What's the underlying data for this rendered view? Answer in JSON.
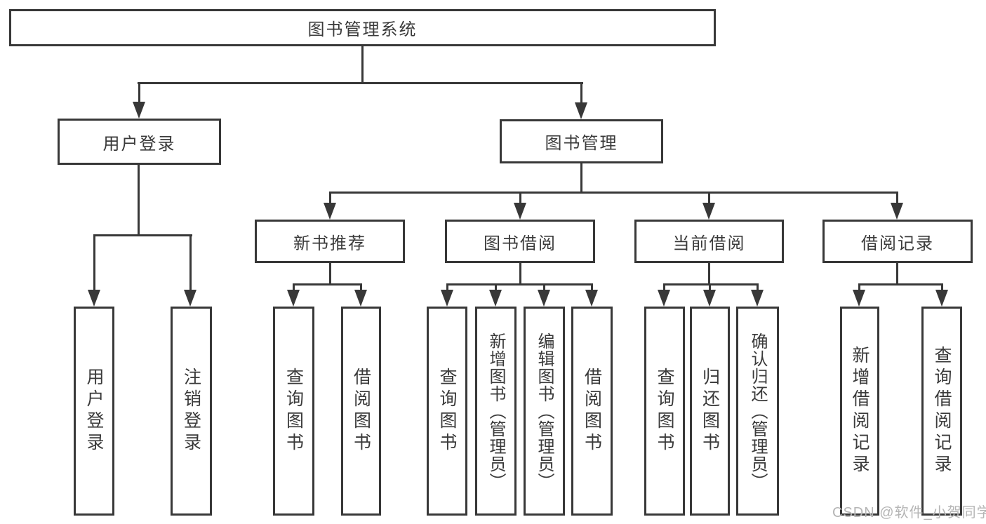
{
  "colors": {
    "line": "#383838",
    "text": "#3a3a3a",
    "box_bg": "#ffffff",
    "watermark": "#b5b5b5"
  },
  "tree": {
    "root": "图书管理系统",
    "children": [
      {
        "label": "用户登录",
        "children": [
          "用户登录",
          "注销登录"
        ]
      },
      {
        "label": "图书管理",
        "children": [
          {
            "label": "新书推荐",
            "children": [
              "查询图书",
              "借阅图书"
            ]
          },
          {
            "label": "图书借阅",
            "children": [
              "查询图书",
              "新增图书（管理员）",
              "编辑图书（管理员）",
              "借阅图书"
            ]
          },
          {
            "label": "当前借阅",
            "children": [
              "查询图书",
              "归还图书",
              "确认归还（管理员）"
            ]
          },
          {
            "label": "借阅记录",
            "children": [
              "新增借阅记录",
              "查询借阅记录"
            ]
          }
        ]
      }
    ]
  },
  "watermark": {
    "text": "CSDN @软件_小贺同学"
  }
}
